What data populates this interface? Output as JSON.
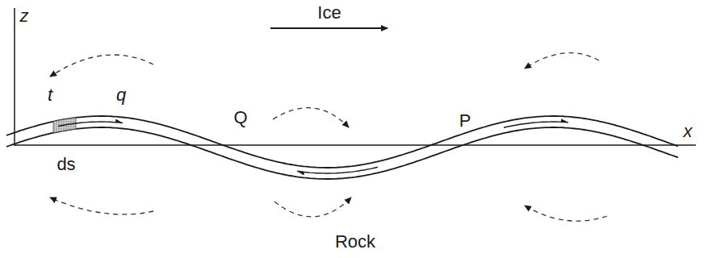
{
  "diagram": {
    "labels": [
      "z",
      "Ice",
      "t",
      "q",
      "ds",
      "Q",
      "P",
      "x",
      "Rock"
    ]
  }
}
